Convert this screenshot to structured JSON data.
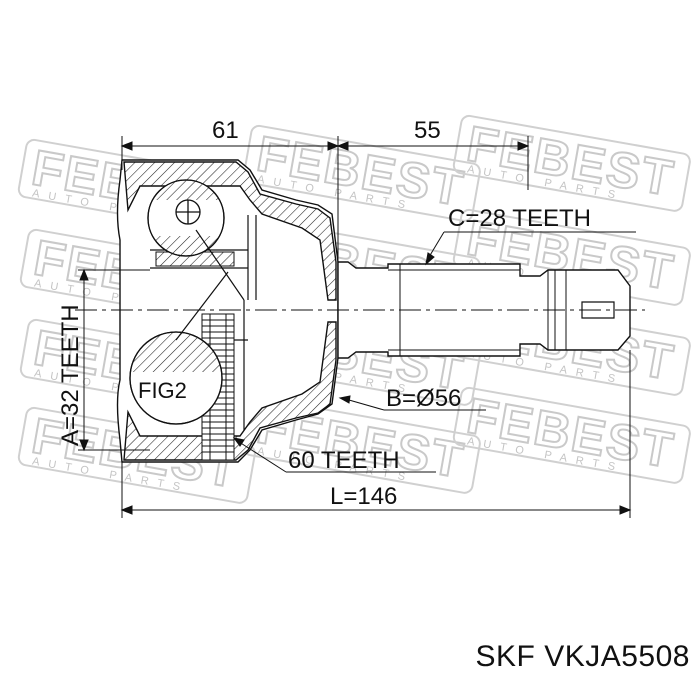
{
  "watermark": {
    "brand": "FEBEST",
    "sub": "AUTO PARTS"
  },
  "dimensions": {
    "length_a": "61",
    "length_b": "55",
    "spline_c": "C=28 TEETH",
    "spline_a": "A=32 TEETH",
    "diameter_b": "B=Ø56",
    "abs_ring": "60 TEETH",
    "total_length": "L=146",
    "figure_label": "FIG2"
  },
  "caption": {
    "brand": "SKF",
    "part_number": "VKJA5508"
  }
}
